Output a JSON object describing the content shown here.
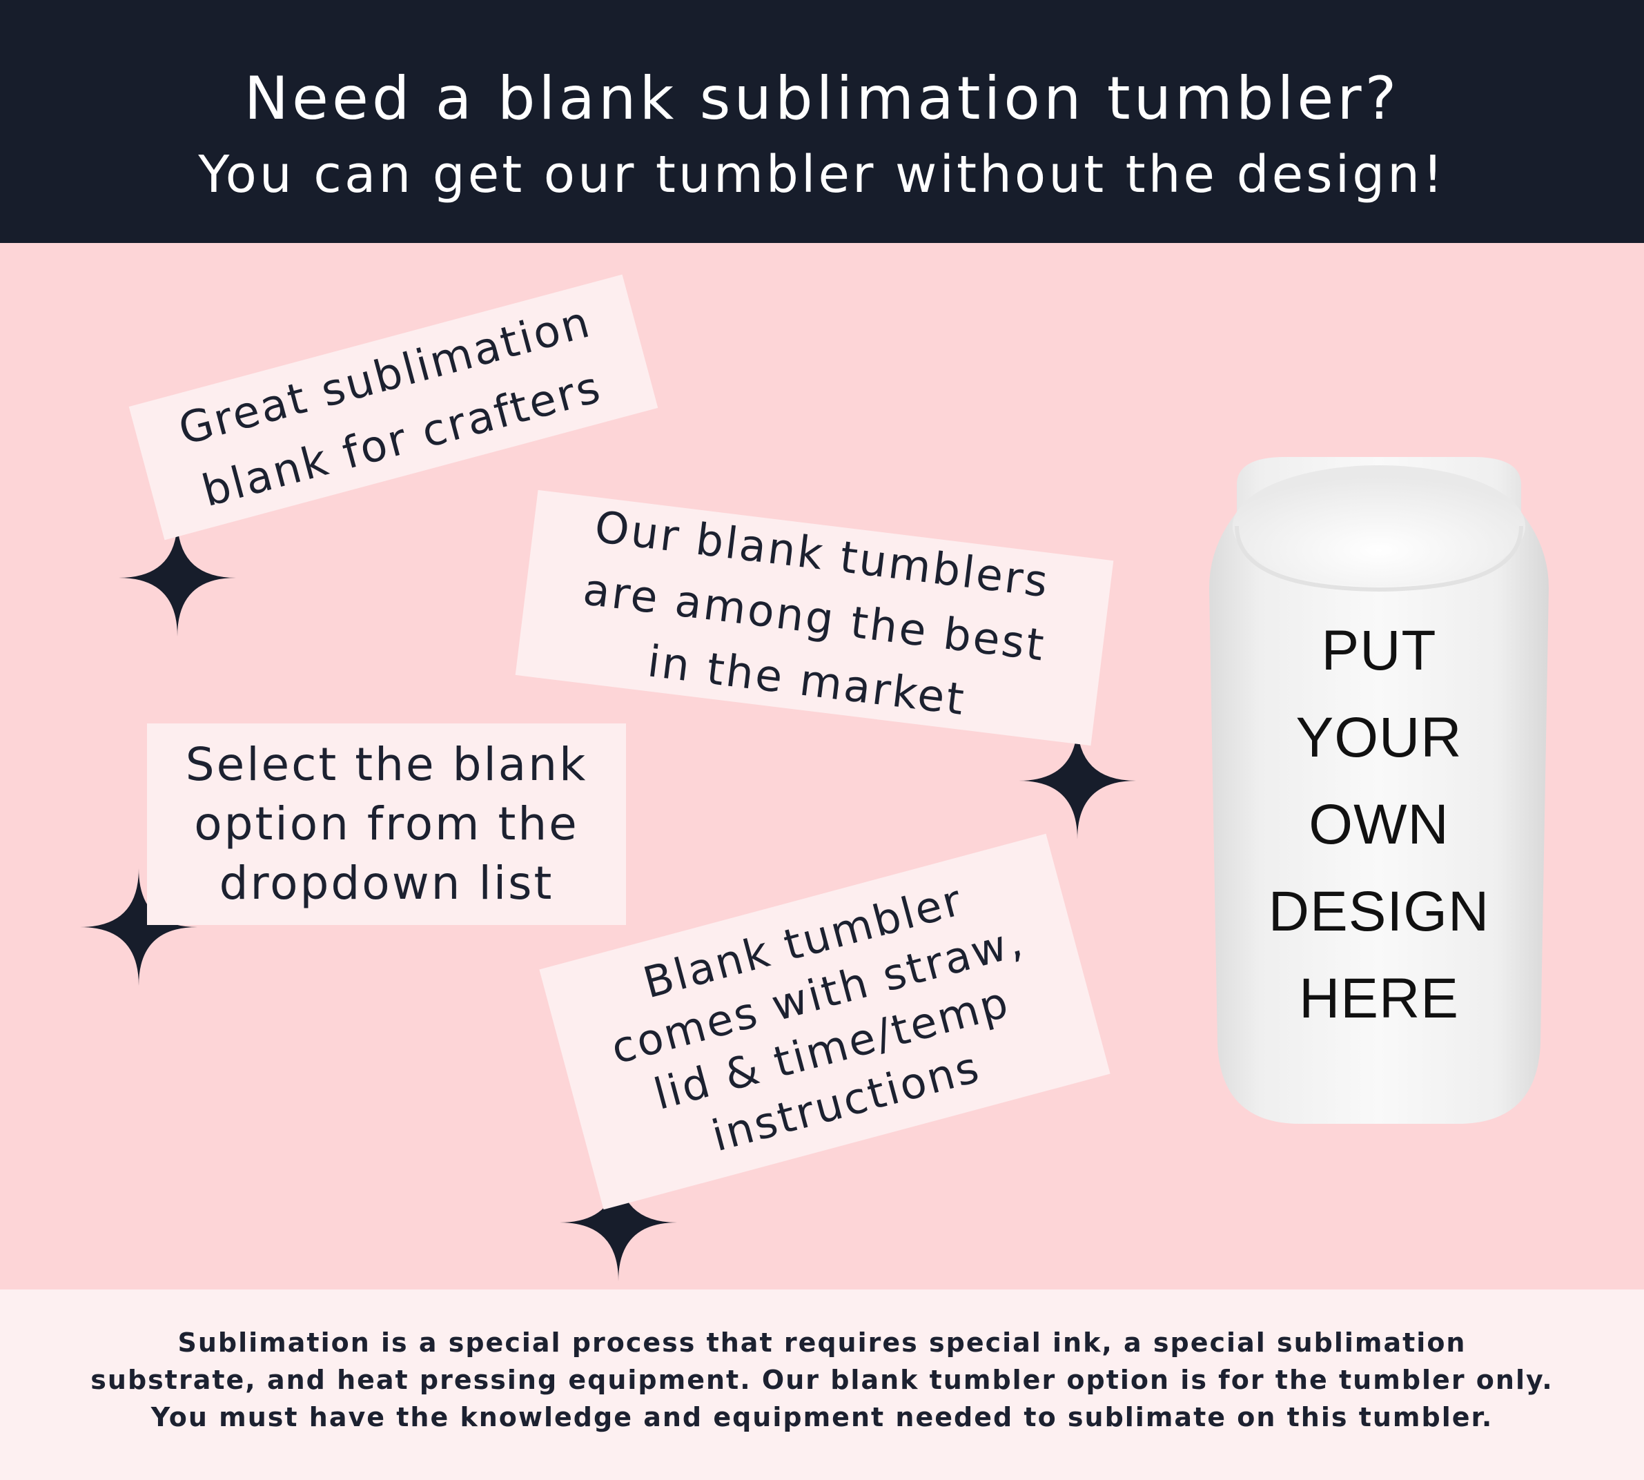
{
  "header": {
    "title": "Need a blank sublimation tumbler?",
    "subtitle": "You can get our tumbler without the design!"
  },
  "cards": {
    "crafters": {
      "lines": [
        "Great sublimation",
        "blank for crafters"
      ]
    },
    "best": {
      "lines": [
        "Our blank tumblers",
        "are among the best",
        "in the market"
      ]
    },
    "select": {
      "lines": [
        "Select the blank",
        "option from the",
        "dropdown list"
      ]
    },
    "straw": {
      "lines": [
        "Blank tumbler",
        "comes with straw,",
        "lid & time/temp",
        "instructions"
      ]
    }
  },
  "tumbler": {
    "design_lines": [
      "PUT",
      "YOUR",
      "OWN",
      "DESIGN",
      "HERE"
    ]
  },
  "footer": {
    "lines": [
      "Sublimation is a special process that requires special ink, a special sublimation",
      "substrate, and heat pressing equipment. Our blank tumbler option is for the tumbler only.",
      "You must have the knowledge and equipment needed to sublimate on this tumbler."
    ]
  },
  "colors": {
    "header_bg": "#171d2b",
    "page_bg": "#fdd5d7",
    "card_bg": "#fdeeef",
    "star": "#171d2b",
    "text_dark": "#1c2130"
  },
  "icons": [
    "sparkle-star-icon"
  ]
}
